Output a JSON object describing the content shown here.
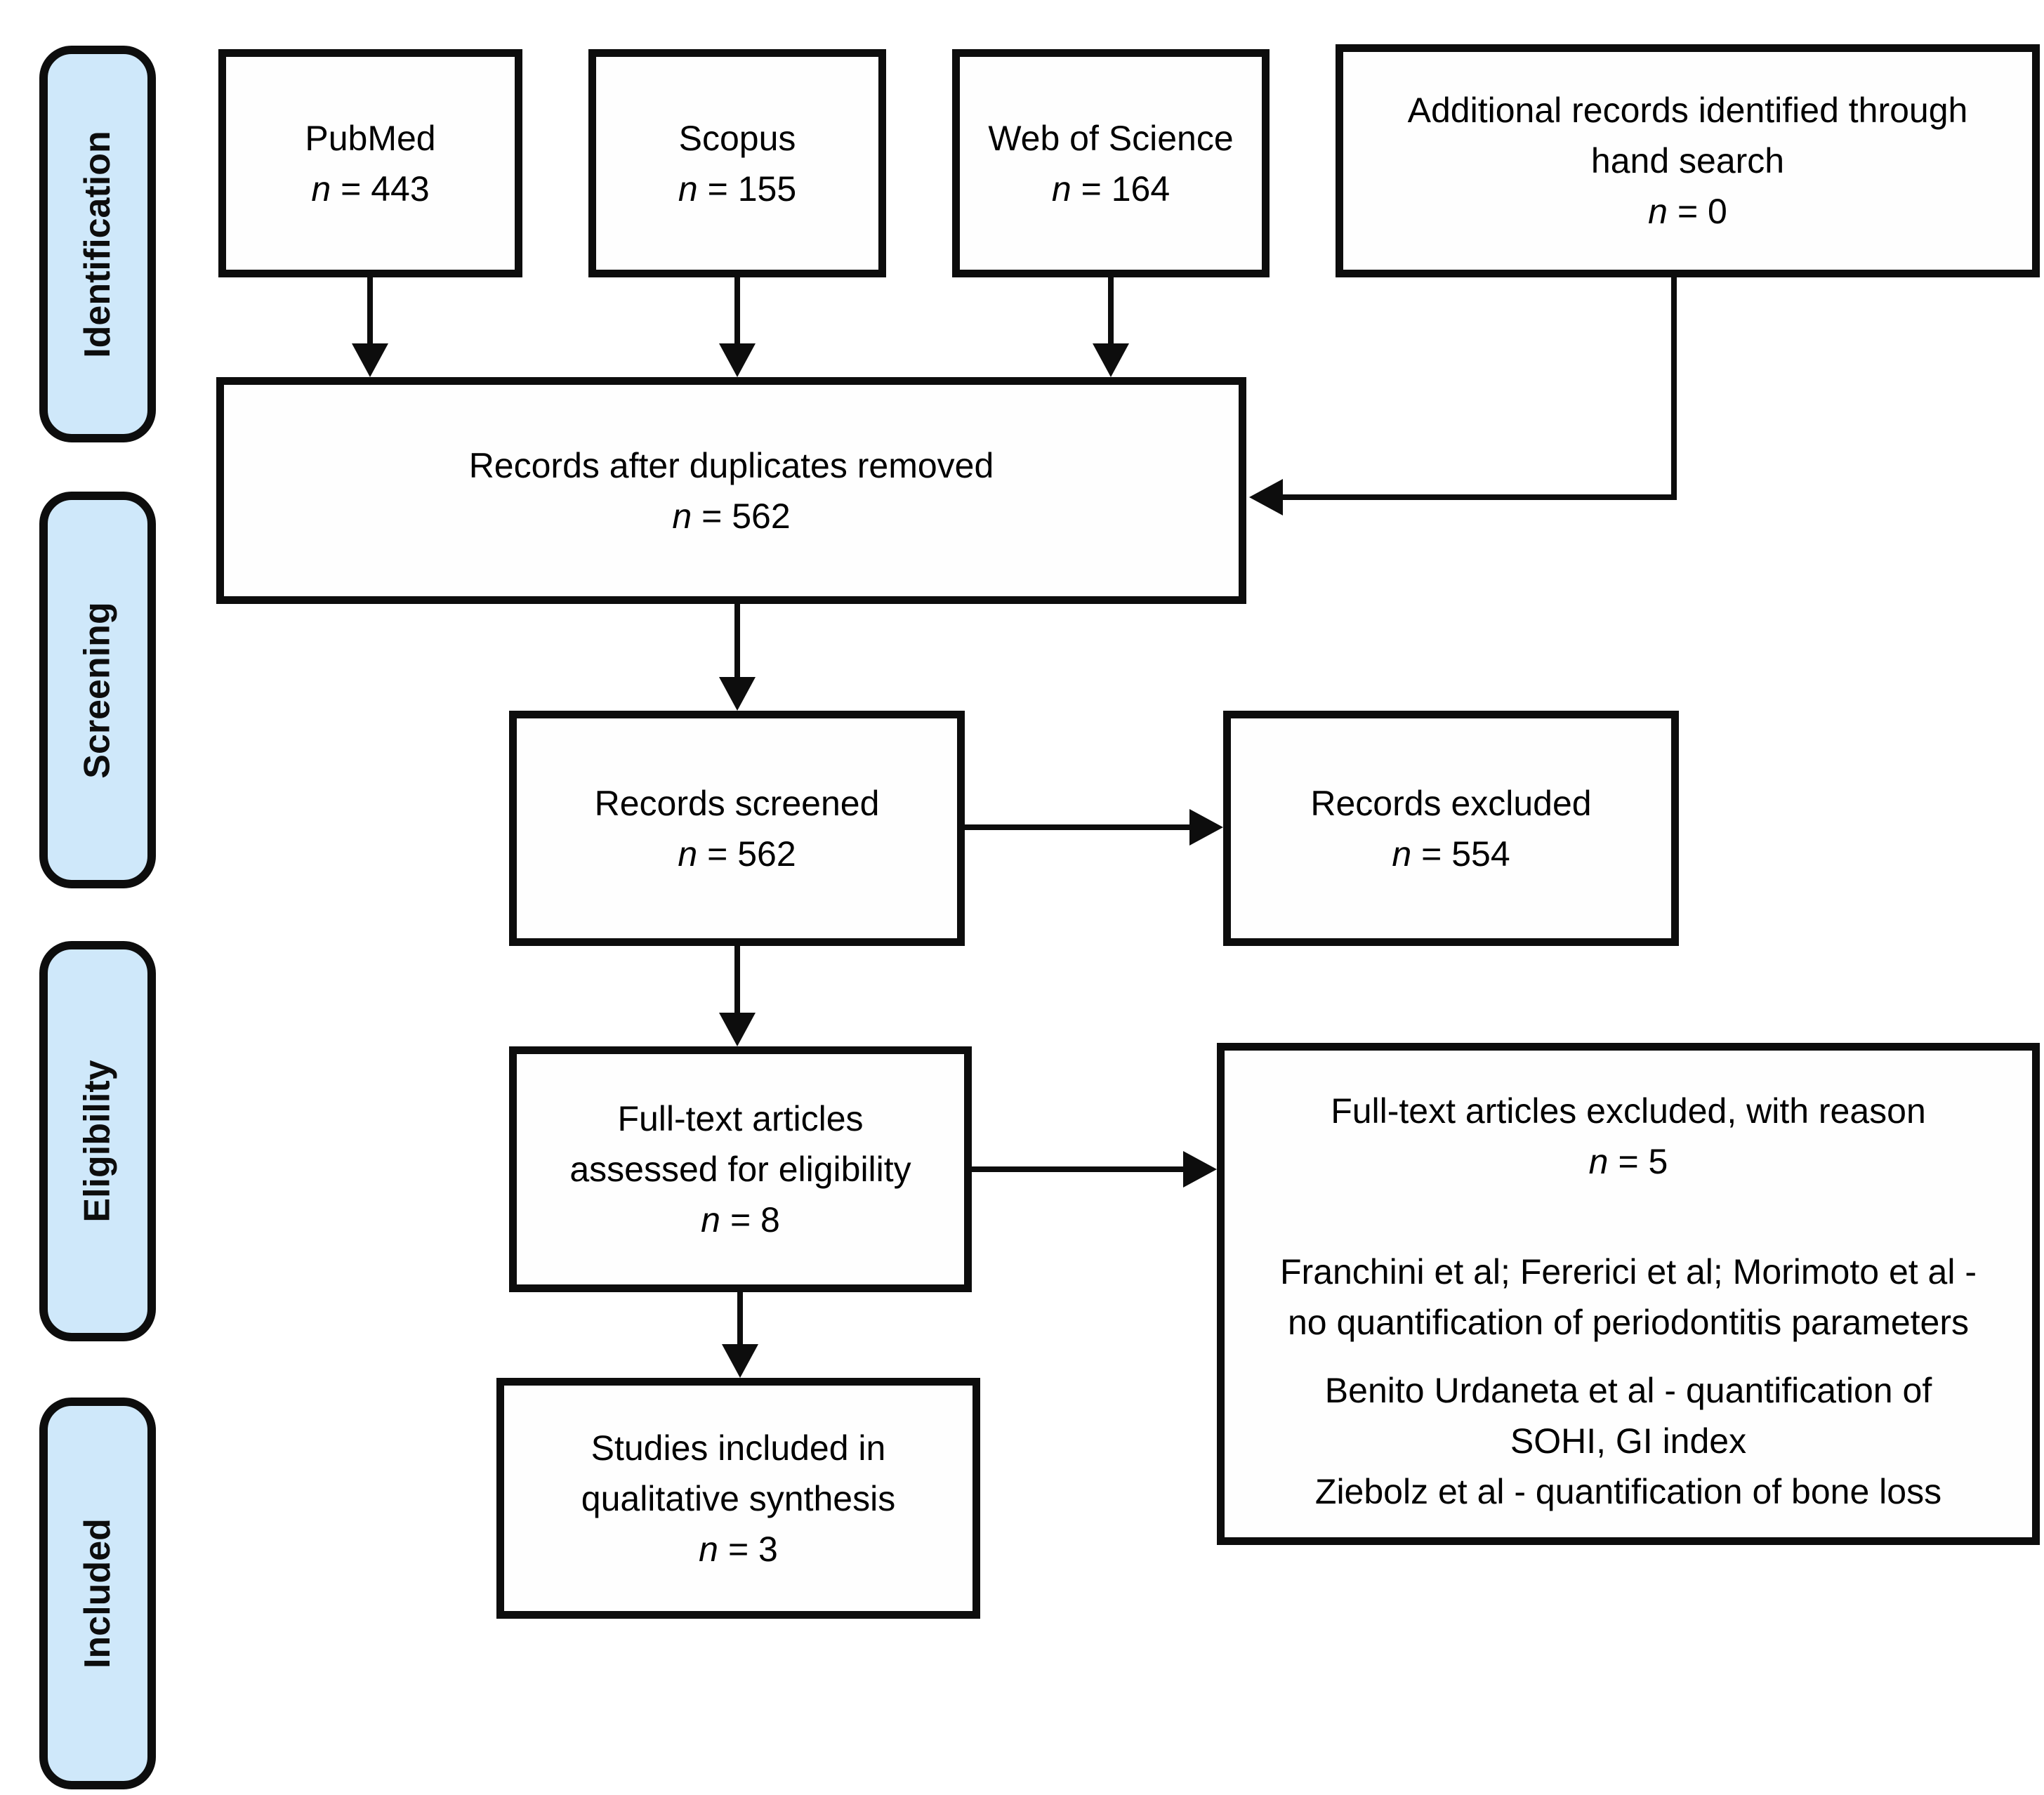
{
  "colors": {
    "stage_fill": "#cfe8fa",
    "line_color": "#0d0d0d",
    "box_fill": "#fefefe"
  },
  "sidebar": {
    "stages": [
      {
        "label": "Identification"
      },
      {
        "label": "Screening"
      },
      {
        "label": "Eligibility"
      },
      {
        "label": "Included"
      }
    ]
  },
  "boxes": {
    "pubmed": {
      "title": "PubMed",
      "n_symbol": "n",
      "n_value": "= 443"
    },
    "scopus": {
      "title": "Scopus",
      "n_symbol": "n",
      "n_value": "= 155"
    },
    "web_of_science": {
      "title": "Web of Science",
      "n_symbol": "n",
      "n_value": "= 164"
    },
    "hand_search": {
      "title": "Additional records identified through\nhand search",
      "n_symbol": "n",
      "n_value": "= 0"
    },
    "duplicates_removed": {
      "title": "Records after duplicates removed",
      "n_symbol": "n",
      "n_value": "= 562"
    },
    "records_screened": {
      "title": "Records screened",
      "n_symbol": "n",
      "n_value": "= 562"
    },
    "records_excluded": {
      "title": "Records excluded",
      "n_symbol": "n",
      "n_value": "= 554"
    },
    "fulltext_assessed": {
      "title": "Full-text articles\nassessed for eligibility",
      "n_symbol": "n",
      "n_value": "= 8"
    },
    "fulltext_excluded": {
      "title": "Full-text articles excluded, with reason",
      "n_symbol": "n",
      "n_value": "= 5",
      "reason_group1": "Franchini et al; Fererici et al; Morimoto et al -\nno quantification of periodontitis parameters",
      "reason_group2": "Benito Urdaneta et al - quantification of\nSOHI, GI index\nZiebolz et al - quantification of bone loss"
    },
    "studies_included": {
      "title": "Studies included in\nqualitative synthesis",
      "n_symbol": "n",
      "n_value": "= 3"
    }
  }
}
